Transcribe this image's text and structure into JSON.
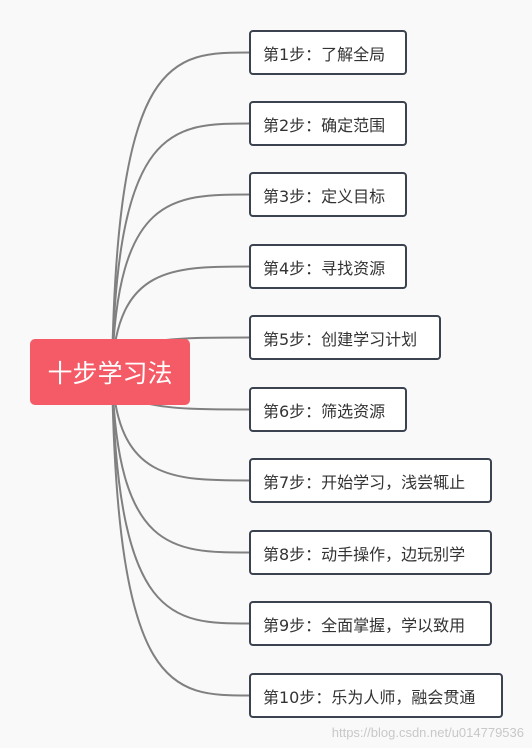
{
  "root": {
    "label": "十步学习法"
  },
  "steps": [
    {
      "label": "第1步：了解全局"
    },
    {
      "label": "第2步：确定范围"
    },
    {
      "label": "第3步：定义目标"
    },
    {
      "label": "第4步：寻找资源"
    },
    {
      "label": "第5步：创建学习计划"
    },
    {
      "label": "第6步：筛选资源"
    },
    {
      "label": "第7步：开始学习，浅尝辄止"
    },
    {
      "label": "第8步：动手操作，边玩别学"
    },
    {
      "label": "第9步：全面掌握，学以致用"
    },
    {
      "label": "第10步：乐为人师，融会贯通"
    }
  ],
  "watermark": "https://blog.csdn.net/u014779536",
  "colors": {
    "root_fill": "#f55b66",
    "node_border": "#3c4350",
    "link": "#808080",
    "background": "#f9f9f9"
  }
}
